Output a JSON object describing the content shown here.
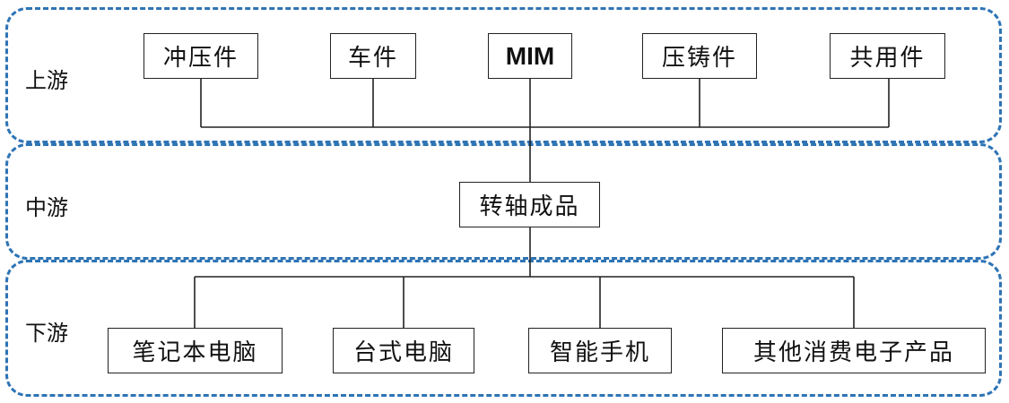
{
  "tiers": {
    "upstream": {
      "label": "上游",
      "items": [
        "冲压件",
        "车件",
        "MIM",
        "压铸件",
        "共用件"
      ]
    },
    "midstream": {
      "label": "中游",
      "items": [
        "转轴成品"
      ]
    },
    "downstream": {
      "label": "下游",
      "items": [
        "笔记本电脑",
        "台式电脑",
        "智能手机",
        "其他消费电子产品"
      ]
    }
  },
  "colors": {
    "band_border": "#2e74b5",
    "line": "#222222"
  }
}
